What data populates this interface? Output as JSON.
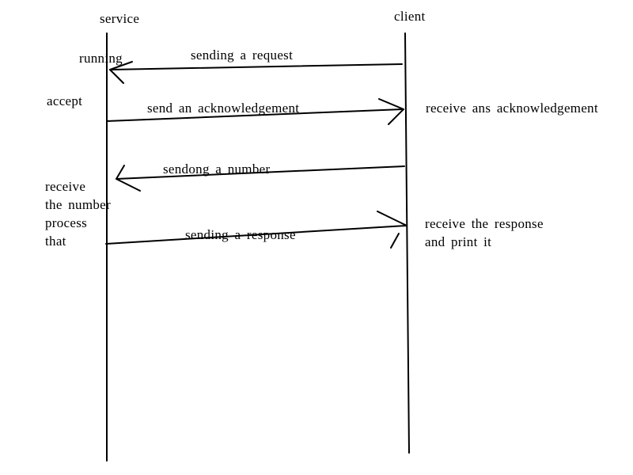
{
  "colors": {
    "background": "#ffffff",
    "ink": "#000000"
  },
  "lifelines": {
    "service": "service",
    "client": "client"
  },
  "messages": [
    {
      "label": "sending  a  request",
      "from": "client",
      "to": "service"
    },
    {
      "label": "send  an  acknowledgement",
      "from": "service",
      "to": "client"
    },
    {
      "label": "sendong  a  number",
      "from": "client",
      "to": "service"
    },
    {
      "label": "sending  a  response",
      "from": "service",
      "to": "client"
    }
  ],
  "service_notes": {
    "running": "running",
    "accept": "accept",
    "process": [
      "receive",
      "the  number",
      "process",
      "that"
    ]
  },
  "client_notes": {
    "ack": "receive  ans  acknowledgement",
    "response": [
      "receive  the  response",
      "and  print  it"
    ]
  }
}
